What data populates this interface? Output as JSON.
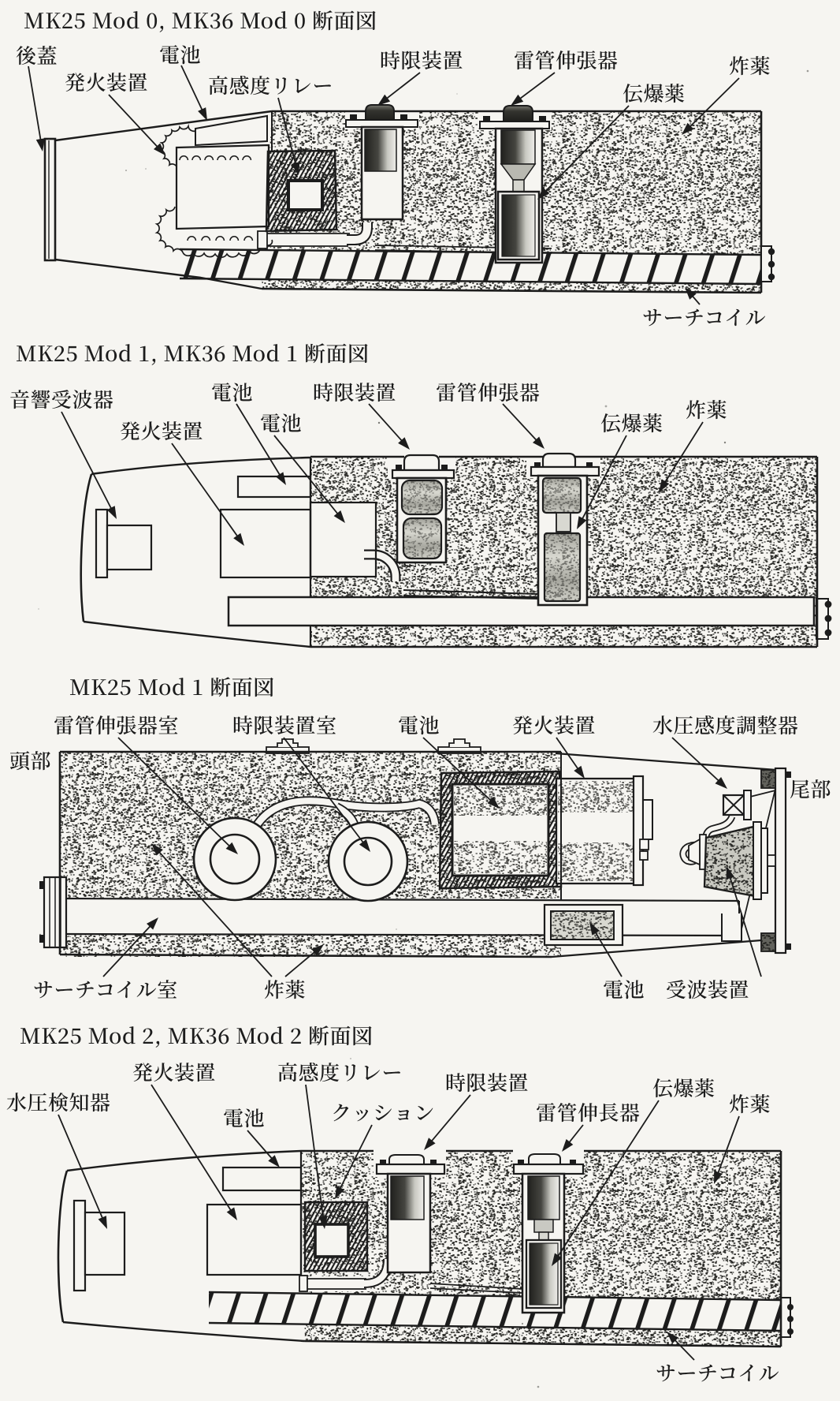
{
  "document": {
    "type": "scanned technical diagram page",
    "language": "Japanese",
    "paper_color": "#f6f5f1",
    "ink_color": "#1c1c1c"
  },
  "sections": [
    {
      "title": "MK25 Mod 0, MK36 Mod 0 断面図",
      "labels": [
        {
          "text": "後蓋"
        },
        {
          "text": "発火装置"
        },
        {
          "text": "電池"
        },
        {
          "text": "高感度リレー"
        },
        {
          "text": "時限装置"
        },
        {
          "text": "雷管伸張器"
        },
        {
          "text": "伝爆薬"
        },
        {
          "text": "炸薬"
        },
        {
          "text": "サーチコイル"
        }
      ]
    },
    {
      "title": "MK25 Mod 1, MK36 Mod 1 断面図",
      "labels": [
        {
          "text": "音響受波器"
        },
        {
          "text": "発火装置"
        },
        {
          "text": "電池"
        },
        {
          "text": "電池"
        },
        {
          "text": "時限装置"
        },
        {
          "text": "雷管伸張器"
        },
        {
          "text": "伝爆薬"
        },
        {
          "text": "炸薬"
        }
      ]
    },
    {
      "title": "MK25 Mod 1 断面図",
      "labels": [
        {
          "text": "雷管伸張器室"
        },
        {
          "text": "時限装置室"
        },
        {
          "text": "電池"
        },
        {
          "text": "発火装置"
        },
        {
          "text": "水圧感度調整器"
        },
        {
          "text": "頭部"
        },
        {
          "text": "尾部"
        },
        {
          "text": "サーチコイル室"
        },
        {
          "text": "炸薬"
        },
        {
          "text": "電池"
        },
        {
          "text": "受波装置"
        }
      ]
    },
    {
      "title": "MK25 Mod 2, MK36 Mod 2 断面図",
      "labels": [
        {
          "text": "水圧検知器"
        },
        {
          "text": "発火装置"
        },
        {
          "text": "電池"
        },
        {
          "text": "高感度リレー"
        },
        {
          "text": "クッション"
        },
        {
          "text": "時限装置"
        },
        {
          "text": "雷管伸長器"
        },
        {
          "text": "伝爆薬"
        },
        {
          "text": "炸薬"
        },
        {
          "text": "サーチコイル"
        }
      ]
    }
  ]
}
